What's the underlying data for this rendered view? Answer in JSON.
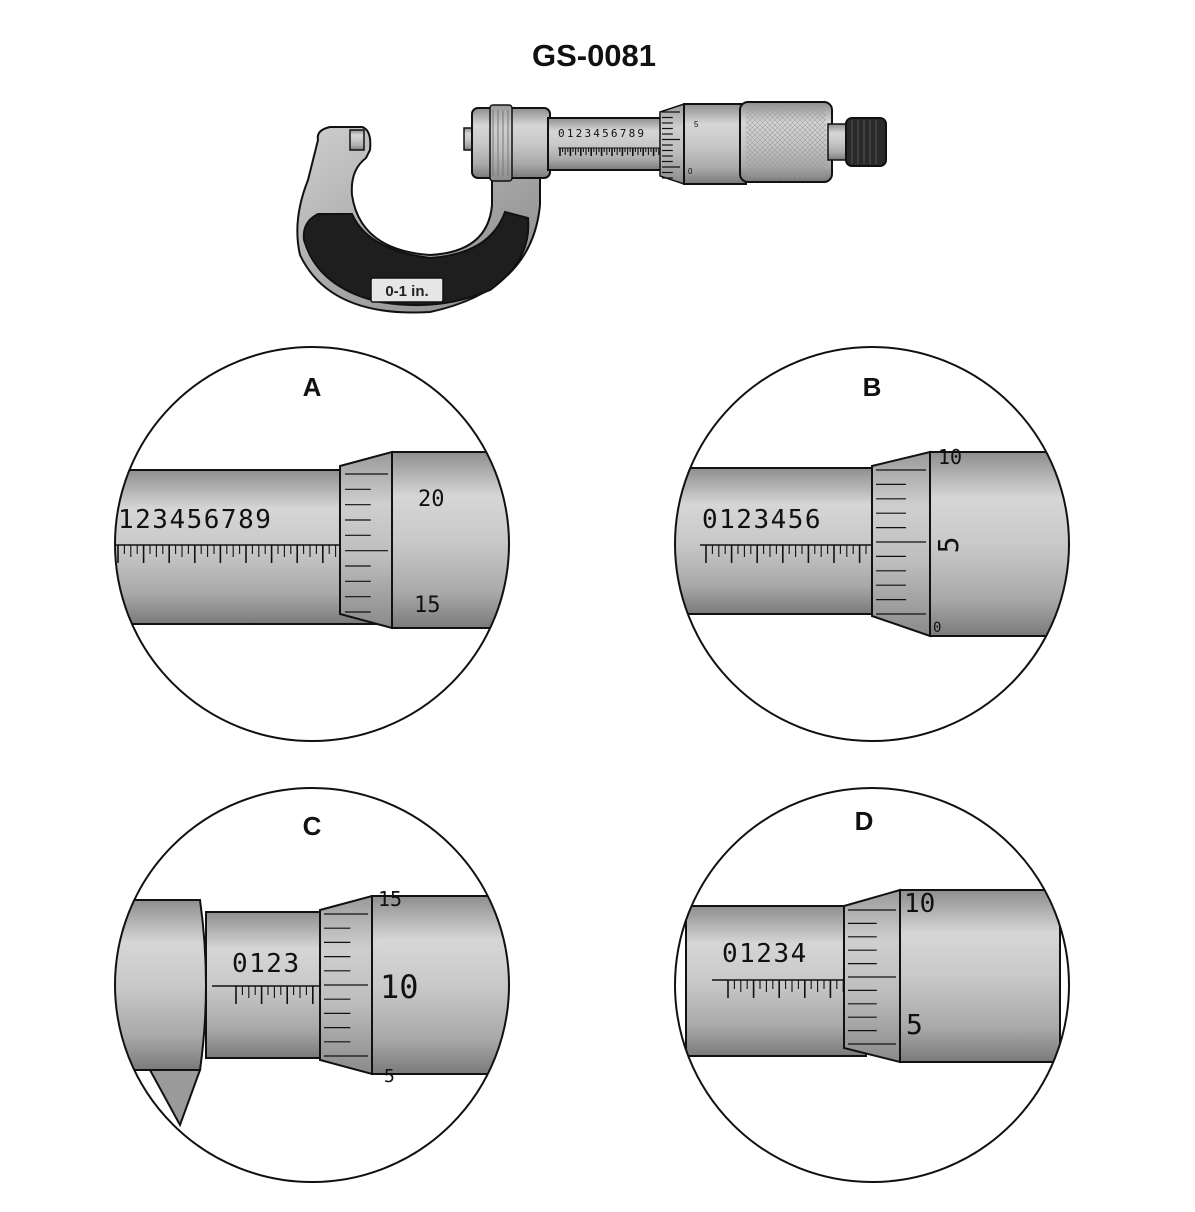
{
  "title": "GS-0081",
  "micrometer": {
    "range_label": "0-1 in.",
    "sleeve_digits": "0123456789",
    "thimble_labels": [
      "5",
      "0"
    ]
  },
  "panels": [
    {
      "letter": "A",
      "sleeve_digits": "123456789",
      "thimble_labels": [
        "20",
        "15"
      ]
    },
    {
      "letter": "B",
      "sleeve_digits": "0123456",
      "thimble_labels": [
        "10",
        "5",
        "0"
      ]
    },
    {
      "letter": "C",
      "sleeve_digits": "0123",
      "thimble_labels": [
        "15",
        "10",
        "5"
      ]
    },
    {
      "letter": "D",
      "sleeve_digits": "01234",
      "thimble_labels": [
        "10",
        "5"
      ]
    }
  ],
  "colors": {
    "steel_light": "#d9d9d9",
    "steel_mid": "#b4b4b4",
    "steel_dark": "#8a8a8a",
    "frame_black": "#1e1e1e",
    "outline": "#111111"
  }
}
